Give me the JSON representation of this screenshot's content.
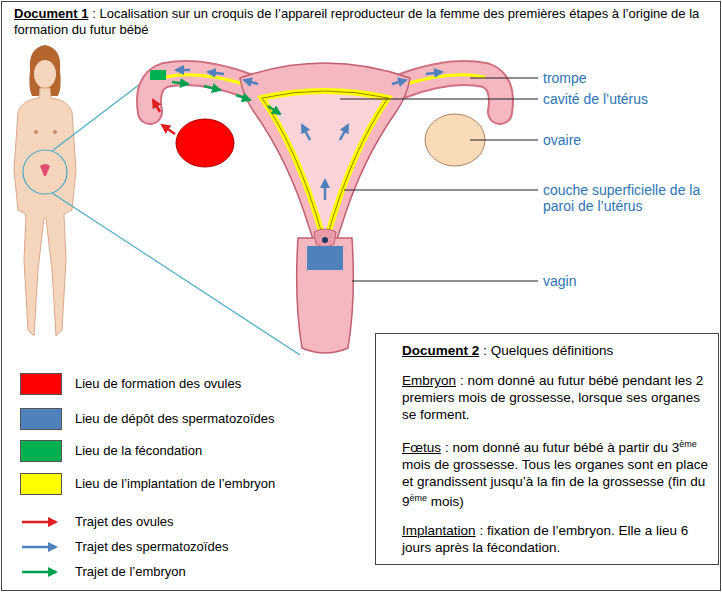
{
  "diagram": {
    "nodes": [
      {
        "text": [
          "Document 1",
          ": Localisation sur un croquis de l’appareil reproducteur de la femme des premières étapes à l’origine de la formation du futur bébé"
        ]
      },
      {
        "text": [
          "Document 2",
          ": Quelques définitions",
          "Embryon",
          ": nom donné au futur bébé pendant les 2 premiers mois de grossesse, lorsque ses organes se forment.",
          "Fœtus",
          ": nom donné au futur bébé à partir du 3ème mois de grossesse. Tous les organes sont en place et grandissent jusqu’à la fin de la grossesse (fin du 9ème mois)",
          "Implantation",
          ": fixation de l’embryon. Elle a lieu 6 jours après la fécondation."
        ]
      }
    ],
    "labels": [
      "trompe",
      "cavité de l’utérus",
      "ovaire",
      "couche superficielle de la paroi de l’utérus",
      "vagin"
    ],
    "legend": [
      {
        "text": "Lieu de formation des ovules",
        "color": "#ff0000"
      },
      {
        "text": "Lieu de dépôt des spermatozoïdes",
        "color": "#4f81bd"
      },
      {
        "text": "Lieu de la fécondation",
        "color": "#00b050"
      },
      {
        "text": "Lieu de l’implantation de l’embryon",
        "color": "#ffff00"
      },
      {
        "text": "Trajet des ovules"
      },
      {
        "text": "Trajet des spermatozoïdes"
      },
      {
        "text": "Trajet de l’embryon"
      }
    ]
  }
}
